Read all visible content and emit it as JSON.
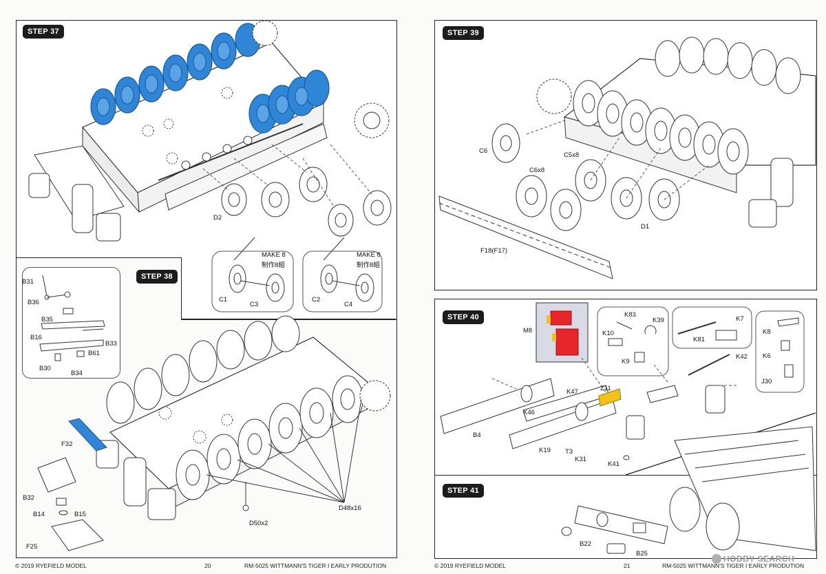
{
  "left": {
    "step37": {
      "badge": "STEP 37",
      "labels": [
        "D2"
      ],
      "make_left": {
        "line1": "MAKE 8",
        "line2": "制作8組",
        "parts": [
          "C1",
          "C3"
        ]
      },
      "make_right": {
        "line1": "MAKE 8",
        "line2": "制作8組",
        "parts": [
          "C2",
          "C4"
        ]
      }
    },
    "step38": {
      "badge": "STEP 38",
      "inset_parts": [
        "B31",
        "B36",
        "B35",
        "B16",
        "B33",
        "B61",
        "B30",
        "B34"
      ],
      "parts": [
        "F32",
        "B32",
        "B14",
        "B15",
        "F25",
        "D50x2",
        "D48x16"
      ]
    },
    "footer": {
      "copyright": "© 2019 RYEFIELD MODEL",
      "page": "20",
      "product": "RM-5025 WITTMANN'S TIGER I EARLY PRODUTION"
    }
  },
  "right": {
    "step39": {
      "badge": "STEP 39",
      "parts": [
        "C6",
        "C5x8",
        "C6x8",
        "D1",
        "F18(F17)"
      ]
    },
    "step40": {
      "badge": "STEP 40",
      "parts": [
        "M8",
        "K83",
        "K39",
        "K10",
        "K9",
        "K81",
        "K7",
        "K42",
        "K8",
        "K6",
        "J30",
        "Z11",
        "K47",
        "B4",
        "K46",
        "K19",
        "T3",
        "K31",
        "K41"
      ]
    },
    "step41": {
      "badge": "STEP 41",
      "parts": [
        "B22",
        "B25"
      ]
    },
    "footer": {
      "copyright": "© 2019 RYEFIELD MODEL",
      "page": "21",
      "product": "RM-5025 WITTMANN'S TIGER I EARLY PRODUTION"
    },
    "watermark": "HOBBY SEARCH"
  },
  "colors": {
    "highlight_blue": "#2f86d6",
    "highlight_red": "#e8252a",
    "highlight_yellow": "#f2c21a",
    "line": "#333333"
  }
}
